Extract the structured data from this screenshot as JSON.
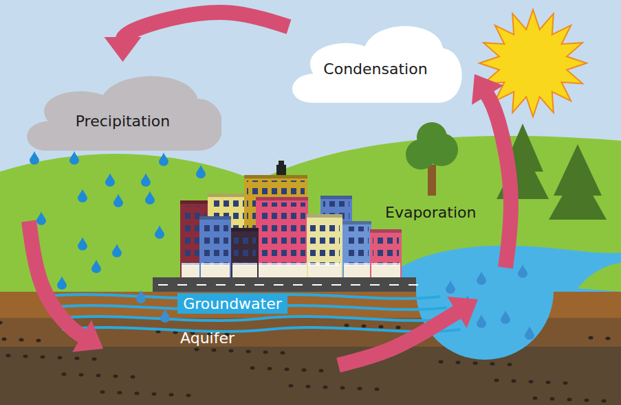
{
  "diagram": {
    "nodes": [
      {
        "text": [
          "Condensation"
        ]
      },
      {
        "text": [
          "Precipitation"
        ]
      },
      {
        "text": [
          "Groundwater"
        ]
      }
    ],
    "edges": [
      {
        "from": 0,
        "to": 1,
        "arrow": "to"
      }
    ],
    "labels": [
      "Evaporation",
      "Aquifer"
    ]
  }
}
